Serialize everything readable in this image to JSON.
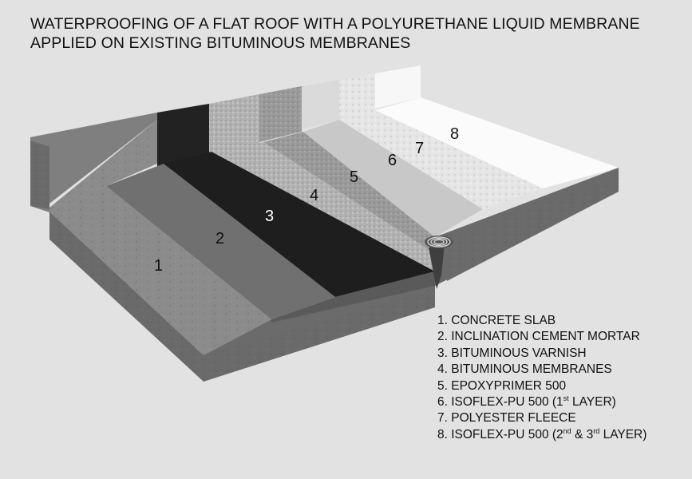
{
  "title": {
    "line1": "WATERPROOFING OF A FLAT ROOF WITH A POLYURETHANE LIQUID MEMBRANE",
    "line2": "APPLIED ON EXISTING BITUMINOUS MEMBRANES"
  },
  "layer_numbers": [
    "1",
    "2",
    "3",
    "4",
    "5",
    "6",
    "7",
    "8"
  ],
  "legend": [
    {
      "text": "1. CONCRETE SLAB"
    },
    {
      "text": "2. INCLINATION CEMENT MORTAR"
    },
    {
      "text": "3. BITUMINOUS VARNISH"
    },
    {
      "text": "4. BITUMINOUS MEMBRANES"
    },
    {
      "text": "5. EPOXYPRIMER 500"
    },
    {
      "pre": "6. ISOFLEX-PU 500 (1",
      "sup": "st",
      "post": " LAYER)"
    },
    {
      "text": "7. POLYESTER FLEECE"
    },
    {
      "pre": "8. ISOFLEX-PU 500 (2",
      "sup": "nd",
      "mid": " & 3",
      "sup2": "rd",
      "post": " LAYER)"
    }
  ],
  "colors": {
    "background": "#e2e2e2",
    "concrete": "#8a8a8a",
    "mortar": "#6f6f6f",
    "bituminous_varnish": "#1e1e1e",
    "bituminous_membranes": "#b8b8b8",
    "epoxyprimer": "#9e9e9e",
    "isoflex_first": "#c9c9c9",
    "polyester_fleece": "#e6e6e6",
    "isoflex_top": "#fafafa"
  },
  "icons": [
    "roof-drain-icon"
  ]
}
